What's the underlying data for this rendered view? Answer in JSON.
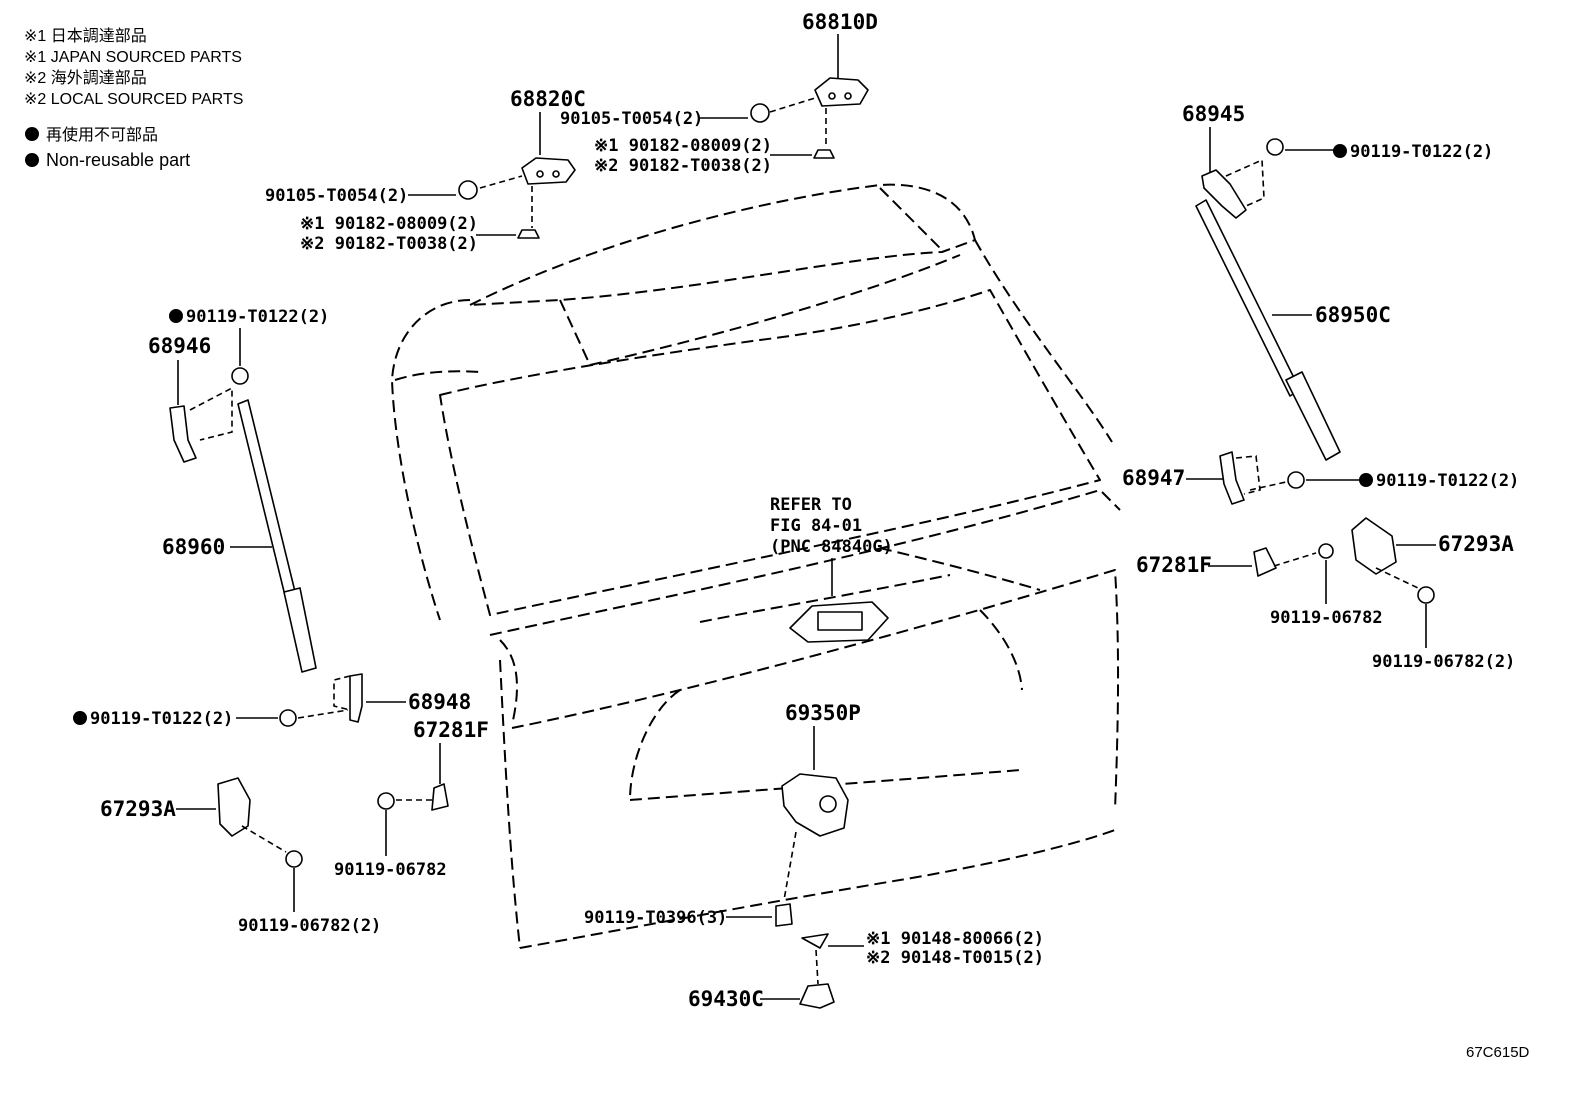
{
  "legend": {
    "line1": "※1 日本調達部品",
    "line2": "※1 JAPAN SOURCED PARTS",
    "line3": "※2 海外調達部品",
    "line4": "※2 LOCAL SOURCED PARTS",
    "line5": "再使用不可部品",
    "line6": "Non-reusable part"
  },
  "labels": {
    "p68810D": "68810D",
    "p68820C": "68820C",
    "screw_a_top": "90105-T0054(2)",
    "screw_a_left": "90105-T0054(2)",
    "nut_top_1": "※1 90182-08009(2)",
    "nut_top_2": "※2 90182-T0038(2)",
    "nut_left_1": "※1 90182-08009(2)",
    "nut_left_2": "※2 90182-T0038(2)",
    "p68945": "68945",
    "bolt_68945": "90119-T0122(2)",
    "p68950C": "68950C",
    "bolt_68946": "90119-T0122(2)",
    "p68946": "68946",
    "p68960": "68960",
    "p68947": "68947",
    "bolt_68947": "90119-T0122(2)",
    "refer1": "REFER TO",
    "refer2": "FIG 84-01",
    "refer3": "(PNC 84840G)",
    "p67293A_r": "67293A",
    "p67281F_r": "67281F",
    "bolt_67281F_r": "90119-06782",
    "bolt_67293A_r": "90119-06782(2)",
    "p68948": "68948",
    "bolt_68948": "90119-T0122(2)",
    "p67281F_l": "67281F",
    "p67293A_l": "67293A",
    "bolt_67281F_l": "90119-06782",
    "bolt_67293A_l": "90119-06782(2)",
    "p69350P": "69350P",
    "bolt_69350P": "90119-T0396(3)",
    "screw_69430_1": "※1 90148-80066(2)",
    "screw_69430_2": "※2 90148-T0015(2)",
    "p69430C": "69430C",
    "fig_code": "67C615D"
  }
}
